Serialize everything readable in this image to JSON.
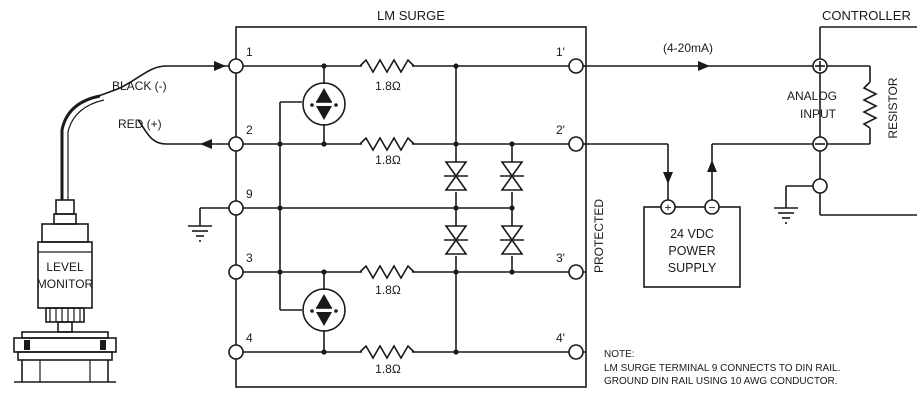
{
  "surge": {
    "title": "LM SURGE",
    "protected_label": "PROTECTED",
    "terminals_left": [
      "1",
      "2",
      "9",
      "3",
      "4"
    ],
    "terminals_right": [
      "1'",
      "2'",
      "3'",
      "4'"
    ],
    "resistor_value": "1.8Ω"
  },
  "sensor": {
    "label_line1": "LEVEL",
    "label_line2": "MONITOR",
    "wire_black": "BLACK (-)",
    "wire_red": "RED (+)"
  },
  "signal": {
    "current_label": "(4-20mA)"
  },
  "controller": {
    "title": "CONTROLLER",
    "input_line1": "ANALOG",
    "input_line2": "INPUT",
    "resistor_label": "RESISTOR"
  },
  "power_supply": {
    "line1": "24 VDC",
    "line2": "POWER",
    "line3": "SUPPLY",
    "plus_symbol": "+",
    "minus_symbol": "−"
  },
  "note": {
    "heading": "NOTE:",
    "line1": "LM SURGE TERMINAL 9 CONNECTS TO DIN RAIL.",
    "line2": "GROUND DIN RAIL USING 10 AWG CONDUCTOR."
  }
}
